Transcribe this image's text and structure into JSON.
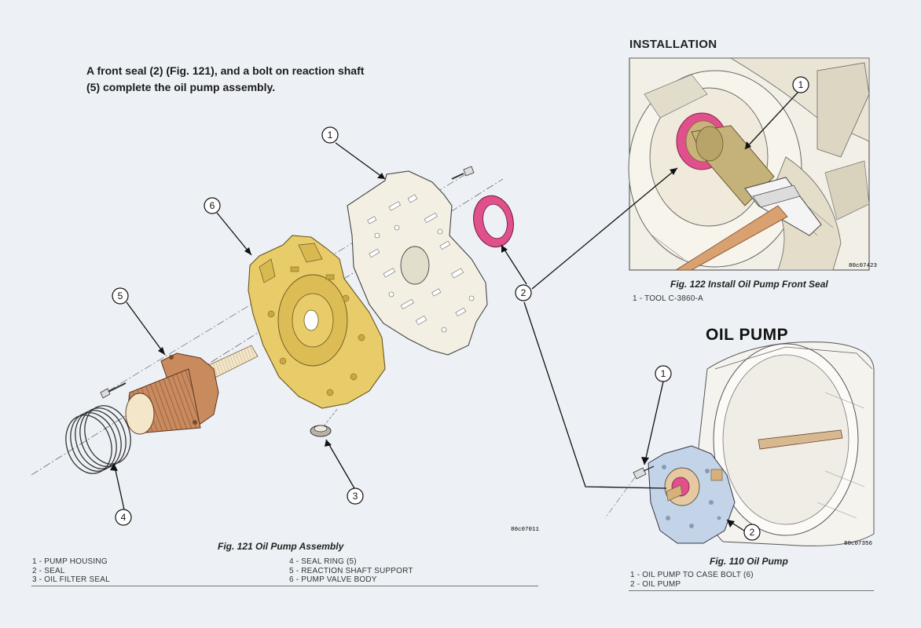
{
  "intro_text": "A front seal (2) (Fig. 121), and a bolt on reaction shaft (5) complete the oil pump assembly.",
  "installation": {
    "heading": "INSTALLATION",
    "figure_code": "80c07423",
    "caption": "Fig. 122 Install Oil Pump Front Seal",
    "legend": [
      "1 - TOOL C-3860-A"
    ],
    "callouts": [
      "1"
    ]
  },
  "assembly": {
    "figure_code": "80c07011",
    "caption": "Fig. 121 Oil Pump Assembly",
    "legend_left": [
      "1 - PUMP HOUSING",
      "2 - SEAL",
      "3 - OIL FILTER SEAL"
    ],
    "legend_right": [
      "4 - SEAL RING (5)",
      "5 - REACTION SHAFT SUPPORT",
      "6 - PUMP VALVE BODY"
    ],
    "callouts": [
      "1",
      "2",
      "3",
      "4",
      "5",
      "6"
    ]
  },
  "oil_pump": {
    "heading": "OIL PUMP",
    "figure_code": "80c07356",
    "caption": "Fig. 110 Oil Pump",
    "legend": [
      "1 - OIL PUMP TO CASE BOLT (6)",
      "2 - OIL PUMP"
    ],
    "callouts": [
      "1",
      "2"
    ]
  },
  "colors": {
    "background": "#edf1f6",
    "seal": "#e0508a",
    "housing": "#e8cc6a",
    "shaft_support": "#c98a5e",
    "valve_body": "#f3efe3",
    "pump": "#c4d4e8"
  }
}
